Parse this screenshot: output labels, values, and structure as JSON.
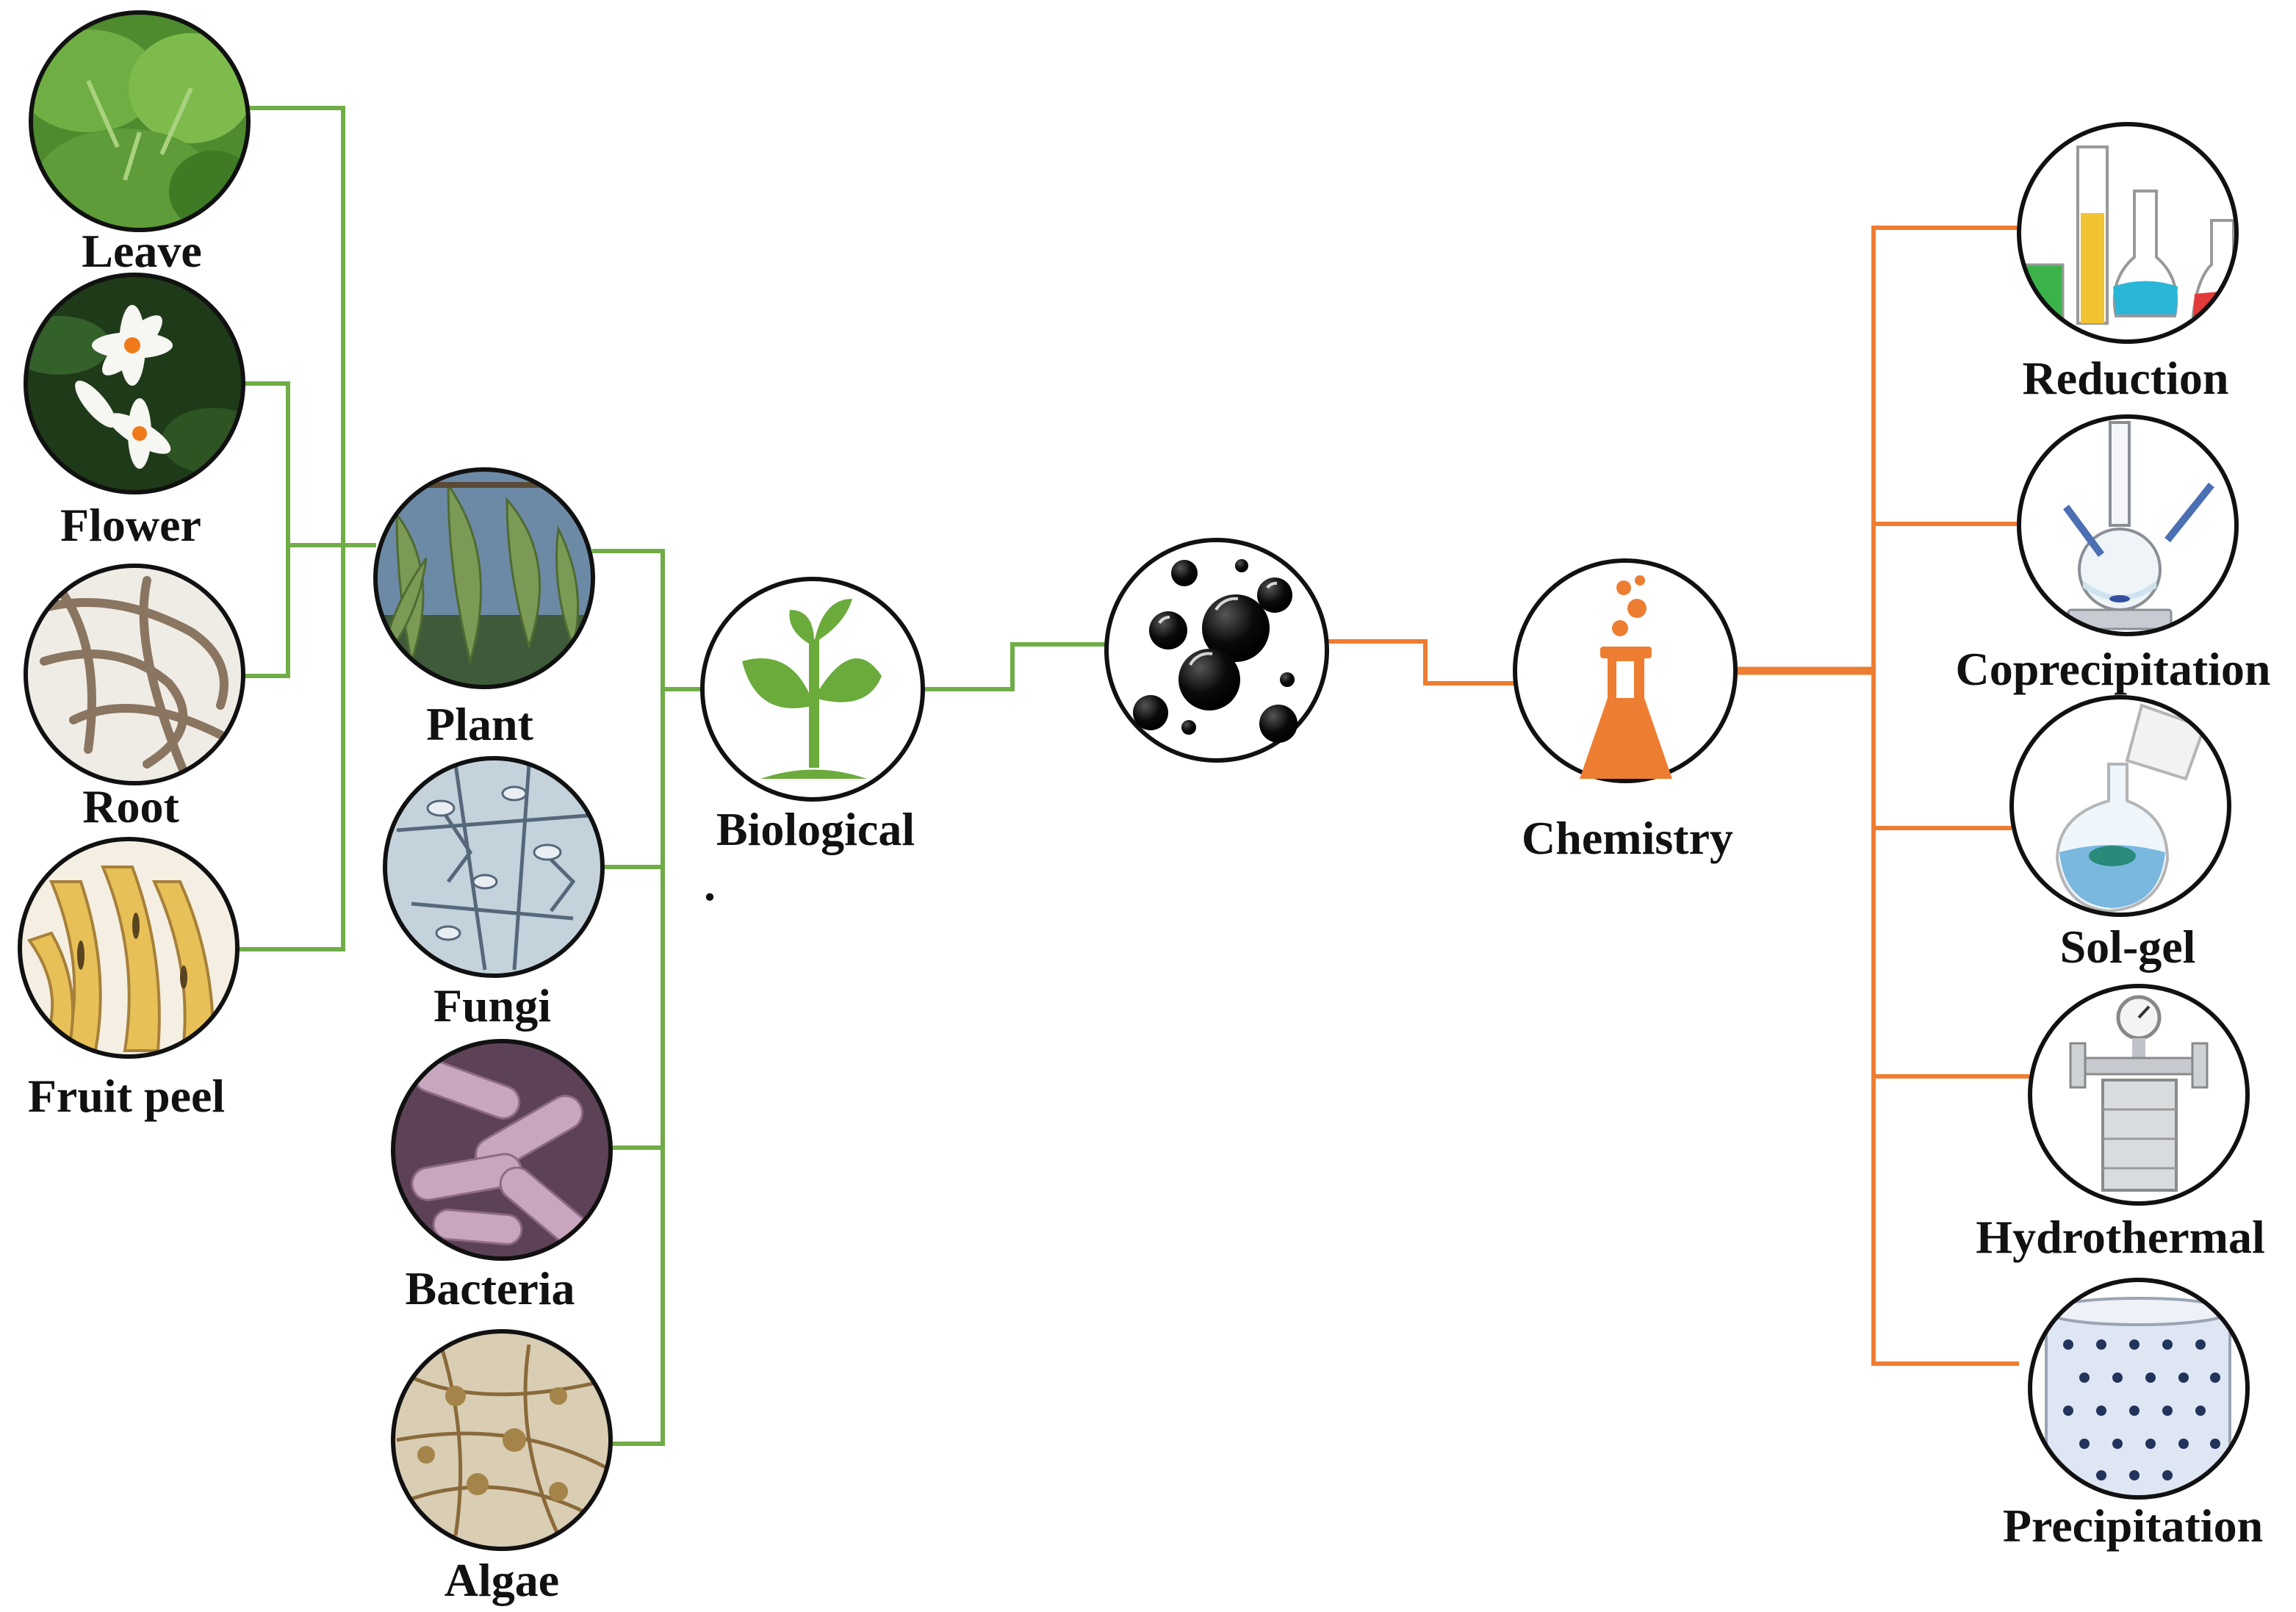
{
  "colors": {
    "biological_line": "#70AD47",
    "chemical_line": "#ED7D31",
    "outline": "#111111",
    "text": "#111111"
  },
  "biological": {
    "plant_parts": {
      "leave": {
        "label": "Leave",
        "icon": "leaf-photo-icon"
      },
      "flower": {
        "label": "Flower",
        "icon": "flower-photo-icon"
      },
      "root": {
        "label": "Root",
        "icon": "root-photo-icon"
      },
      "fruit_peel": {
        "label": "Fruit peel",
        "icon": "fruit-peel-photo-icon"
      }
    },
    "organisms": {
      "plant": {
        "label": "Plant",
        "icon": "plant-photo-icon"
      },
      "fungi": {
        "label": "Fungi",
        "icon": "fungi-photo-icon"
      },
      "bacteria": {
        "label": "Bacteria",
        "icon": "bacteria-photo-icon"
      },
      "algae": {
        "label": "Algae",
        "icon": "algae-photo-icon"
      }
    },
    "hub": {
      "label": "Biological",
      "note": ".",
      "icon": "sprout-icon"
    }
  },
  "center": {
    "icon": "nanoparticles-icon"
  },
  "chemistry": {
    "hub": {
      "label": "Chemistry",
      "icon": "flask-icon"
    },
    "methods": {
      "reduction": {
        "label": "Reduction",
        "icon": "glassware-icon"
      },
      "coprecipitation": {
        "label": "Coprecipitation",
        "icon": "reflux-setup-icon"
      },
      "sol_gel": {
        "label": "Sol-gel",
        "icon": "round-flask-pour-icon"
      },
      "hydrothermal": {
        "label": "Hydrothermal",
        "icon": "autoclave-icon"
      },
      "precipitation": {
        "label": "Precipitation",
        "icon": "beaker-particles-icon"
      }
    }
  }
}
